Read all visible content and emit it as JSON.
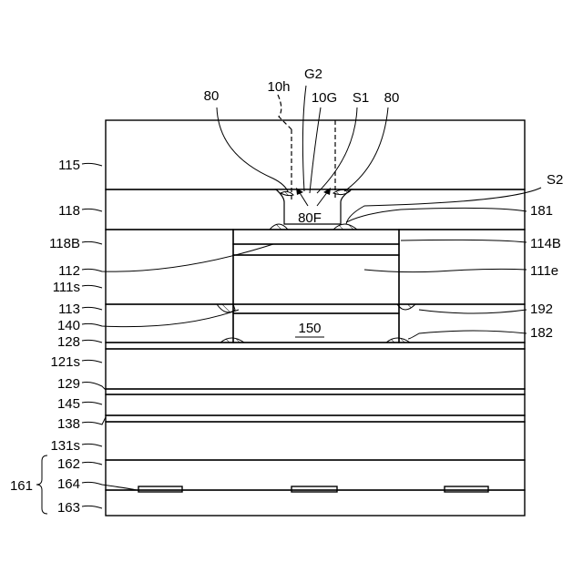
{
  "figure": {
    "layers_left": [
      "115",
      "118",
      "118B",
      "112",
      "111s",
      "113",
      "140",
      "128",
      "121s",
      "129",
      "145",
      "138",
      "131s",
      "162",
      "164",
      "163"
    ],
    "group_label": "161",
    "top_labels": {
      "l80a": "80",
      "l10h": "10h",
      "lG2": "G2",
      "l10G": "10G",
      "lS1": "S1",
      "l80b": "80"
    },
    "right_labels": {
      "lS2": "S2",
      "l181": "181",
      "l114B": "114B",
      "l111e": "111e",
      "l192": "192",
      "l182": "182"
    },
    "center_labels": {
      "l80F": "80F",
      "l150": "150"
    }
  }
}
